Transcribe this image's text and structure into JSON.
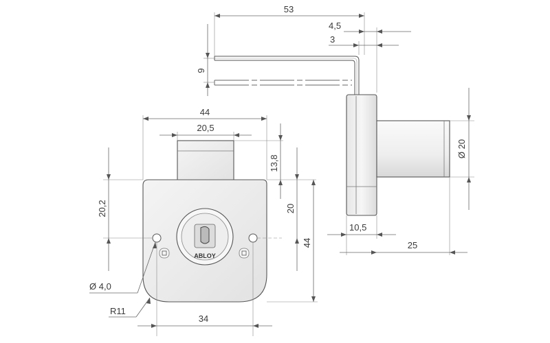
{
  "brand": "ABLOY",
  "front_view": {
    "dims": {
      "width_total": "44",
      "bolt_width": "20,5",
      "bolt_height": "13,8",
      "body_upper": "20,2",
      "body_to_center": "20",
      "body_height": "44",
      "hole_diameter": "Ø 4,0",
      "corner_radius": "R11",
      "hole_spacing": "34"
    }
  },
  "side_view": {
    "dims": {
      "key_length": "53",
      "offset_outer": "4,5",
      "offset_inner": "3",
      "key_spacing": "9",
      "cylinder_diameter": "Ø 20",
      "flange_depth": "10,5",
      "cylinder_length": "25"
    }
  }
}
